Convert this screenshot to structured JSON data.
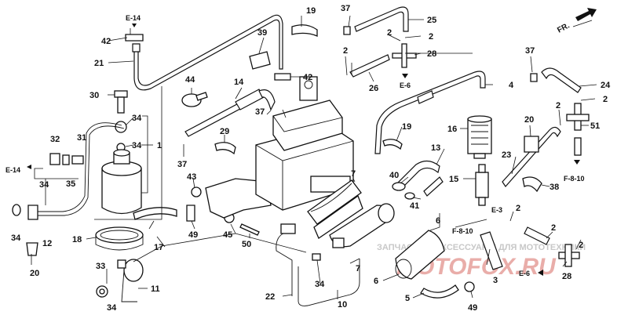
{
  "diagram": {
    "direction_label": "FR.",
    "watermark_text": "ЗАПЧАСТИ И АКСЕССУАРЫ ДЛЯ МОТОТЕХНИКИ",
    "watermark_logo": "MOTOFOX.RU",
    "callouts": {
      "c1": "1",
      "c2a": "2",
      "c2b": "2",
      "c2c": "2",
      "c2d": "2",
      "c2e": "2",
      "c2f": "2",
      "c2g": "2",
      "c2h": "2",
      "c3": "3",
      "c4": "4",
      "c5": "5",
      "c6a": "6",
      "c6b": "6",
      "c7a": "7",
      "c7b": "7",
      "c10": "10",
      "c11": "11",
      "c12": "12",
      "c13": "13",
      "c14": "14",
      "c15": "15",
      "c16": "16",
      "c17": "17",
      "c18": "18",
      "c19a": "19",
      "c19b": "19",
      "c20a": "20",
      "c20b": "20",
      "c21": "21",
      "c22": "22",
      "c23": "23",
      "c24": "24",
      "c25": "25",
      "c26": "26",
      "c28a": "28",
      "c28b": "28",
      "c29": "29",
      "c30": "30",
      "c31": "31",
      "c32": "32",
      "c33": "33",
      "c34a": "34",
      "c34b": "34",
      "c34c": "34",
      "c34d": "34",
      "c34e": "34",
      "c34f": "34",
      "c35": "35",
      "c37a": "37",
      "c37b": "37",
      "c37c": "37",
      "c37d": "37",
      "c38": "38",
      "c39": "39",
      "c40": "40",
      "c41": "41",
      "c42a": "42",
      "c42b": "42",
      "c43": "43",
      "c44": "44",
      "c45": "45",
      "c49a": "49",
      "c49b": "49",
      "c50": "50",
      "c51": "51"
    },
    "references": {
      "e14a": "E-14",
      "e14b": "E-14",
      "e6a": "E-6",
      "e6b": "E-6",
      "e3": "E-3",
      "f810a": "F-8-10",
      "f810b": "F-8-10"
    }
  }
}
